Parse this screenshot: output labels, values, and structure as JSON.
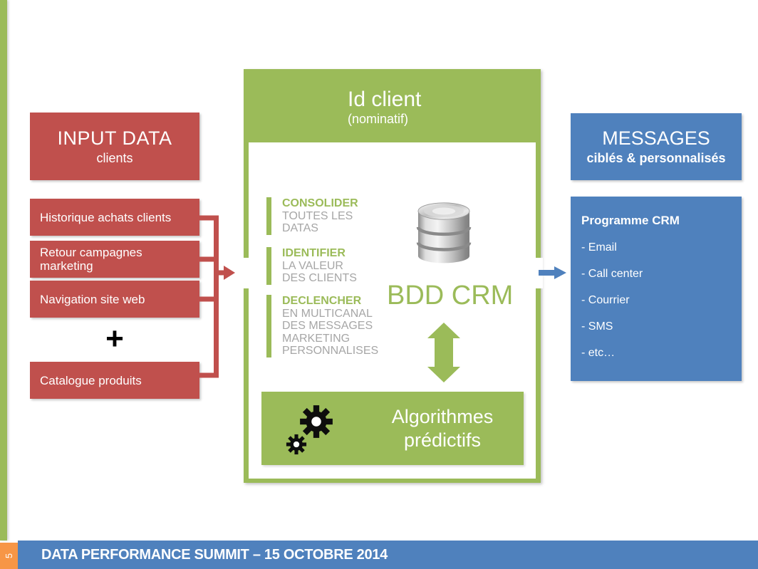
{
  "colors": {
    "green": "#9BBB59",
    "red": "#C0504D",
    "blue": "#4F81BD",
    "orange": "#F79646",
    "gray_text": "#A6A6A6"
  },
  "page": {
    "slide_number": "5",
    "footer_title": "DATA PERFORMANCE SUMMIT – 15 OCTOBRE 2014"
  },
  "input_section": {
    "header_title": "INPUT DATA",
    "header_subtitle": "clients",
    "items": [
      "Historique achats clients",
      "Retour campagnes marketing",
      "Navigation site web",
      "Catalogue produits"
    ],
    "plus_sign": "+"
  },
  "crm_section": {
    "header_title": "Id client",
    "header_subtitle": "(nominatif)",
    "steps": [
      {
        "title": "CONSOLIDER",
        "lines": [
          "TOUTES LES",
          "DATAS"
        ]
      },
      {
        "title": "IDENTIFIER",
        "lines": [
          "LA VALEUR",
          "DES CLIENTS"
        ]
      },
      {
        "title": "DECLENCHER",
        "lines": [
          "EN MULTICANAL",
          "DES MESSAGES",
          "MARKETING",
          "PERSONNALISES"
        ]
      }
    ],
    "database_label": "BDD CRM",
    "algorithms_label": "Algorithmes prédictifs"
  },
  "messages_section": {
    "header_title": "MESSAGES",
    "header_subtitle": "ciblés & personnalisés",
    "program_title": "Programme CRM",
    "program_items": [
      "- Email",
      "- Call center",
      "- Courrier",
      "- SMS",
      "- etc…"
    ]
  },
  "icons": {
    "database": "database-icon",
    "gears": "gears-icon",
    "up_down_arrow": "up-down-arrow-icon",
    "red_right_arrow": "right-arrow-icon",
    "blue_right_arrow": "right-arrow-icon"
  }
}
